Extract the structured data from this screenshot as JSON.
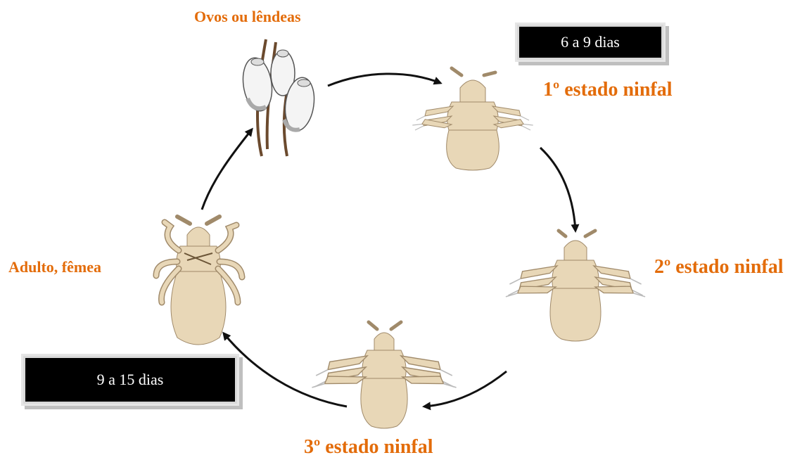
{
  "labels": {
    "eggs": "Ovos ou lêndeas",
    "nymph1": "1º estado ninfal",
    "nymph2": "2º estado ninfal",
    "nymph3": "3º estado ninfal",
    "adult": "Adulto, fêmea"
  },
  "durations": {
    "first": "6 a 9 dias",
    "second": "9 a 15 dias"
  },
  "colors": {
    "label": "#e36c0a",
    "louse_body": "#e8d7b7",
    "louse_outline": "#a08a6a",
    "arrow": "#111111"
  }
}
